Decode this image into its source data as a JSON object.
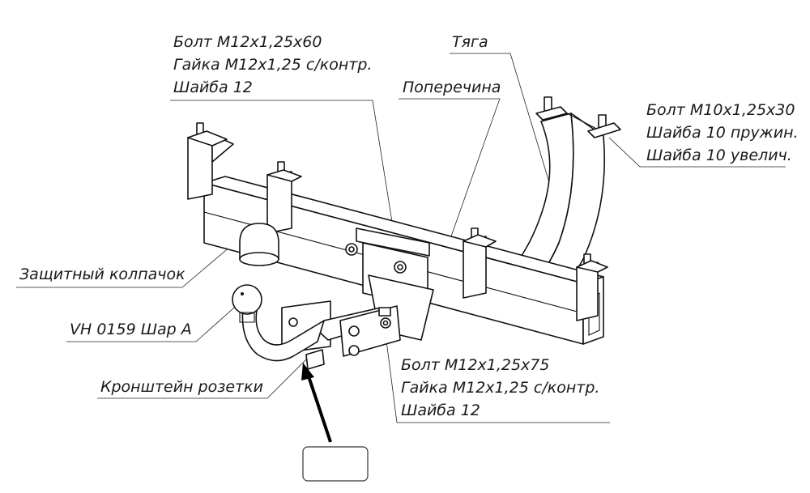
{
  "labels": {
    "bolt_top": {
      "line1": "Болт М12х1,25х60",
      "line2": "Гайка М12х1,25 с/контр.",
      "line3": "Шайба 12"
    },
    "rod": "Тяга",
    "crossbar": "Поперечина",
    "bolt_right": {
      "line1": "Болт М10х1,25х30",
      "line2": "Шайба 10 пружин.",
      "line3": "Шайба 10 увелич."
    },
    "cap": "Защитный колпачок",
    "ball": "VH 0159 Шар А",
    "socket_bracket": "Кронштейн розетки",
    "bolt_bottom": {
      "line1": "Болт М12х1,25х75",
      "line2": "Гайка М12х1,25 с/контр.",
      "line3": "Шайба 12"
    }
  }
}
